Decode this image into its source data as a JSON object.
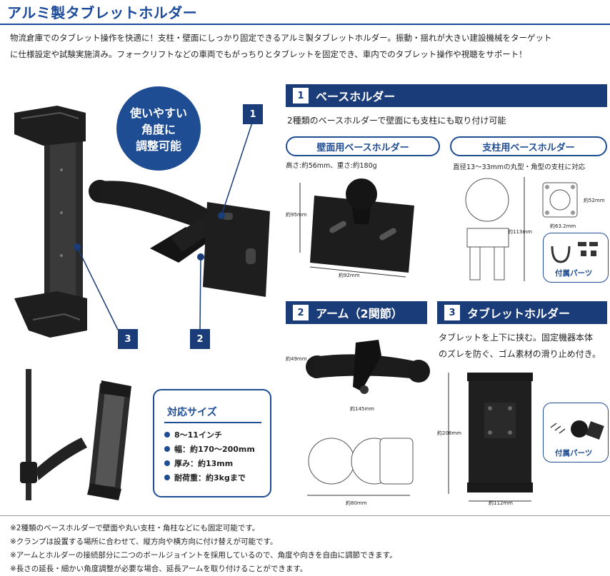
{
  "title": "アルミ製タブレットホルダー",
  "intro": [
    "物流倉庫でのタブレット操作を快適に！支柱・壁面にしっかり固定できるアルミ製タブレットホルダー。振動・揺れが大きい建設機械をターゲット",
    "に仕様設定や試験実施済み。フォークリフトなどの車両でもがっちりとタブレットを固定でき、車内でのタブレット操作や視聴をサポート！"
  ],
  "badge": [
    "使いやすい",
    "角度に",
    "調整可能"
  ],
  "callouts": {
    "one": "1",
    "two": "2",
    "three": "3"
  },
  "sections": {
    "base": {
      "num": "1",
      "title": "ベースホルダー",
      "desc": "2種類のベースホルダーで壁面にも支柱にも取り付け可能",
      "wall_pill": "壁面用ベースホルダー",
      "pole_pill": "支柱用ベースホルダー",
      "wall_spec": "高さ:約56mm、重さ:約180g",
      "pole_spec": "直径13～33mmの丸型・角型の支柱に対応",
      "dim_h": "約95mm",
      "dim_w": "約92mm",
      "pole_h": "約113mm",
      "pole_sq_h": "約52mm",
      "pole_sq_w": "約63.2mm",
      "parts": "付属パーツ"
    },
    "arm": {
      "num": "2",
      "title": "アーム（2関節）",
      "dim_h": "約49mm",
      "dim_w": "約145mm",
      "dim_w2": "約80mm"
    },
    "holder": {
      "num": "3",
      "title": "タブレットホルダー",
      "desc": [
        "タブレットを上下に挟む。固定機器本体",
        "のズレを防ぐ、ゴム素材の滑り止め付き。"
      ],
      "dim_h": "約208mm",
      "dim_w": "約112mm",
      "parts": "付属パーツ"
    }
  },
  "spec": {
    "title": "対応サイズ",
    "items": [
      "8～11インチ",
      "幅：約170～200mm",
      "厚み：約13mm",
      "耐荷重：約3kgまで"
    ]
  },
  "notes": [
    "※2種類のベースホルダーで壁面や丸い支柱・角柱などにも固定可能です。",
    "※クランプは設置する場所に合わせて、縦方向や横方向に付け替えが可能です。",
    "※アームとホルダーの接続部分に二つのボールジョイントを採用しているので、角度や向きを自由に調節できます。",
    "※長さの延長・細かい角度調整が必要な場合、延長アームを取り付けることができます。"
  ],
  "colors": {
    "brand": "#1b4b9a",
    "header_bar": "#1a3c78",
    "product": "#222222"
  }
}
